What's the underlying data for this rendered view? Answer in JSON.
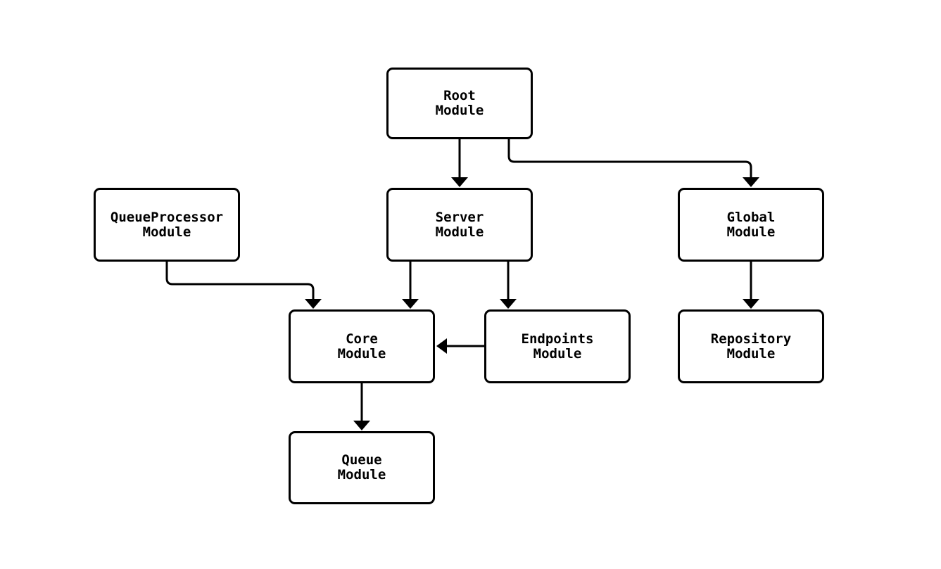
{
  "diagram": {
    "type": "module-dependency-flowchart",
    "colors": {
      "background": "#ffffff",
      "node_fill": "#ffffff",
      "stroke": "#000000",
      "text": "#000000"
    },
    "nodes": [
      {
        "id": "root",
        "label": "Root\nModule"
      },
      {
        "id": "queue-processor",
        "label": "QueueProcessor\nModule"
      },
      {
        "id": "server",
        "label": "Server\nModule"
      },
      {
        "id": "global",
        "label": "Global\nModule"
      },
      {
        "id": "core",
        "label": "Core\nModule"
      },
      {
        "id": "endpoints",
        "label": "Endpoints\nModule"
      },
      {
        "id": "repository",
        "label": "Repository\nModule"
      },
      {
        "id": "queue",
        "label": "Queue\nModule"
      }
    ],
    "edges": [
      {
        "from": "Root Module",
        "to": "Server Module"
      },
      {
        "from": "Root Module",
        "to": "Global Module"
      },
      {
        "from": "QueueProcessor Module",
        "to": "Core Module"
      },
      {
        "from": "Server Module",
        "to": "Core Module"
      },
      {
        "from": "Server Module",
        "to": "Endpoints Module"
      },
      {
        "from": "Endpoints Module",
        "to": "Core Module"
      },
      {
        "from": "Global Module",
        "to": "Repository Module"
      },
      {
        "from": "Core Module",
        "to": "Queue Module"
      }
    ]
  }
}
